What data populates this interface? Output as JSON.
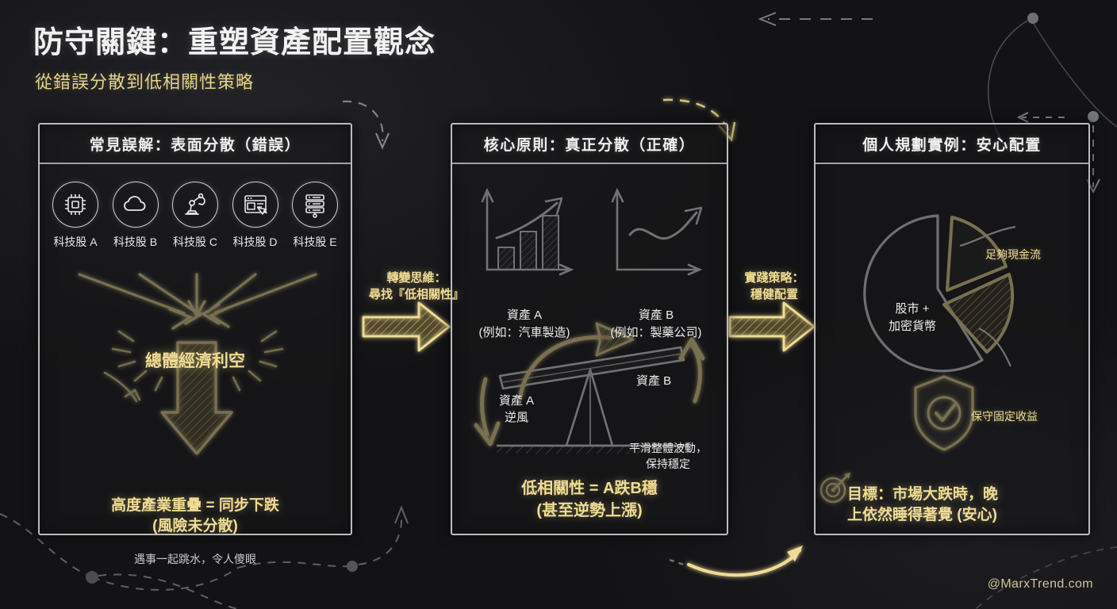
{
  "header": {
    "title": "防守關鍵：重塑資產配置觀念",
    "subtitle": "從錯誤分散到低相關性策略"
  },
  "panels": {
    "left": {
      "heading": "常見誤解：表面分散（錯誤）",
      "icons": [
        {
          "label": "科技股 A",
          "icon": "chip-icon"
        },
        {
          "label": "科技股 B",
          "icon": "cloud-icon"
        },
        {
          "label": "科技股 C",
          "icon": "robot-arm-icon"
        },
        {
          "label": "科技股 D",
          "icon": "browser-cursor-icon"
        },
        {
          "label": "科技股 E",
          "icon": "server-stack-icon"
        }
      ],
      "shock_label": "總體經濟利空",
      "conclusion_line1": "高度產業重疊 = 同步下跌",
      "conclusion_line2": "(風險未分散)",
      "note": "遇事一起跳水，令人傻眼"
    },
    "middle": {
      "heading": "核心原則：真正分散（正確）",
      "asset_a_name": "資產 A",
      "asset_a_example": "(例如：汽車製造)",
      "asset_b_name": "資產 B",
      "asset_b_example": "(例如：製藥公司)",
      "seesaw_left_line1": "資產 A",
      "seesaw_left_line2": "逆風",
      "seesaw_right": "資產 B",
      "smooth_line1": "平滑整體波動，",
      "smooth_line2": "保持穩定",
      "conclusion_line1": "低相關性 = A跌B穩",
      "conclusion_line2": "(甚至逆勢上漲)"
    },
    "right": {
      "heading": "個人規劃實例：安心配置",
      "pie_center_line1": "股市 +",
      "pie_center_line2": "加密貨幣",
      "legend_cash": "足夠現金流",
      "legend_fixed": "保守固定收益",
      "goal_line1": "目標：市場大跌時，晚",
      "goal_line2": "上依然睡得著覺 (安心)",
      "shield_icon": "shield-check-icon",
      "target_icon": "target-dart-icon"
    }
  },
  "connectors": {
    "first_line1": "轉變思維：",
    "first_line2": "尋找『低相關性』",
    "second_line1": "實踐策略：",
    "second_line2": "穩健配置"
  },
  "watermark": "@MarxTrend.com",
  "colors": {
    "background": "#131315",
    "gold": "#f0dc94",
    "white_ink": "#f0f0f0",
    "panel_border": "#b9bcc0"
  },
  "chart_data": {
    "type": "pie",
    "title": "個人規劃實例：安心配置",
    "categories": [
      "股市 + 加密貨幣",
      "足夠現金流",
      "保守固定收益"
    ],
    "values": [
      64,
      19,
      17
    ],
    "colors": [
      "#d8dade",
      "#f0dc94",
      "#e6cf86"
    ],
    "legend": [
      "股市 + 加密貨幣",
      "足夠現金流",
      "保守固定收益"
    ],
    "legend_position": "callout"
  }
}
